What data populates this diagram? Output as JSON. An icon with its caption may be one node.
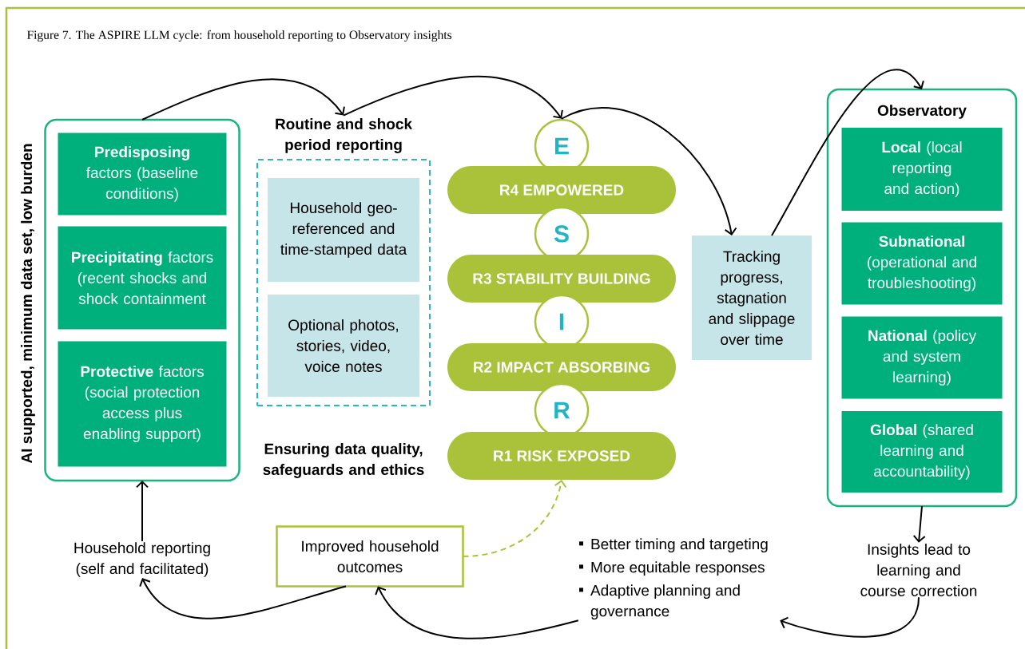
{
  "diagram": {
    "title": "Figure 7. The ASPIRE LLM cycle: from household reporting to Observatory insights",
    "nodes": [
      {
        "text": [],
        "shape": "box"
      },
      {
        "text": [
          "**Predisposing** factors (baseline conditions)"
        ],
        "in": 0
      },
      {
        "text": [
          "**Precipitating** factors (recent shocks and shock containment"
        ],
        "in": 0
      },
      {
        "text": [
          "**Protective** factors (social protection access plus enabling support)"
        ],
        "in": 0
      },
      {
        "text": [
          "Routine and shock period reporting",
          "Ensuring data quality, safeguards and ethics"
        ]
      },
      {
        "text": [
          "Household geo-referenced and time-stamped data"
        ],
        "in": 4
      },
      {
        "text": [
          "Optional photos, stories, video, voice notes"
        ],
        "in": 4
      },
      {
        "text": [
          "E"
        ]
      },
      {
        "text": [
          "R4 EMPOWERED"
        ]
      },
      {
        "text": [
          "S"
        ]
      },
      {
        "text": [
          "R3 STABILITY BUILDING"
        ]
      },
      {
        "text": [
          "I"
        ]
      },
      {
        "text": [
          "R2 IMPACT ABSORBING"
        ]
      },
      {
        "text": [
          "R"
        ]
      },
      {
        "text": [
          "R1 RISK EXPOSED"
        ]
      },
      {
        "text": [
          "Tracking progress, stagnation and slippage over time"
        ]
      },
      {
        "text": [
          "Observatory"
        ]
      },
      {
        "text": [
          "**Local** (local reporting and action)"
        ],
        "in": 16
      },
      {
        "text": [
          "**Subnational** (operational and troubleshooting)"
        ],
        "in": 16
      },
      {
        "text": [
          "**National** (policy and system learning)"
        ],
        "in": 16
      },
      {
        "text": [
          "**Global** (shared learning and accountability)"
        ],
        "in": 16
      },
      {
        "text": [
          "Household reporting (self and facilitated)"
        ]
      },
      {
        "text": [
          "Improved household outcomes"
        ]
      },
      {
        "text": [
          "Better timing and targeting",
          "More equitable responses",
          "Adaptive planning and governance"
        ]
      },
      {
        "text": [
          "Insights lead to learning and course correction"
        ]
      }
    ],
    "edges": [
      {
        "from": 21,
        "to": 0,
        "arrow": "to"
      },
      {
        "from": 0,
        "to": 4,
        "arrow": "to"
      },
      {
        "from": 4,
        "to": 7,
        "arrow": "to"
      },
      {
        "from": 7,
        "to": 15,
        "arrow": "to"
      },
      {
        "from": 15,
        "to": 16,
        "arrow": "to"
      },
      {
        "from": 16,
        "to": 24,
        "arrow": "to"
      },
      {
        "from": 24,
        "to": 23,
        "arrow": "to"
      },
      {
        "from": 23,
        "to": 22,
        "arrow": "to"
      },
      {
        "from": 22,
        "to": 21,
        "arrow": "to"
      },
      {
        "from": 22,
        "to": 14,
        "arrow": "to",
        "style": "dashed",
        "color": "#a9c23a"
      }
    ],
    "labels": [
      "AI supported, minimum data set, low burden"
    ]
  }
}
